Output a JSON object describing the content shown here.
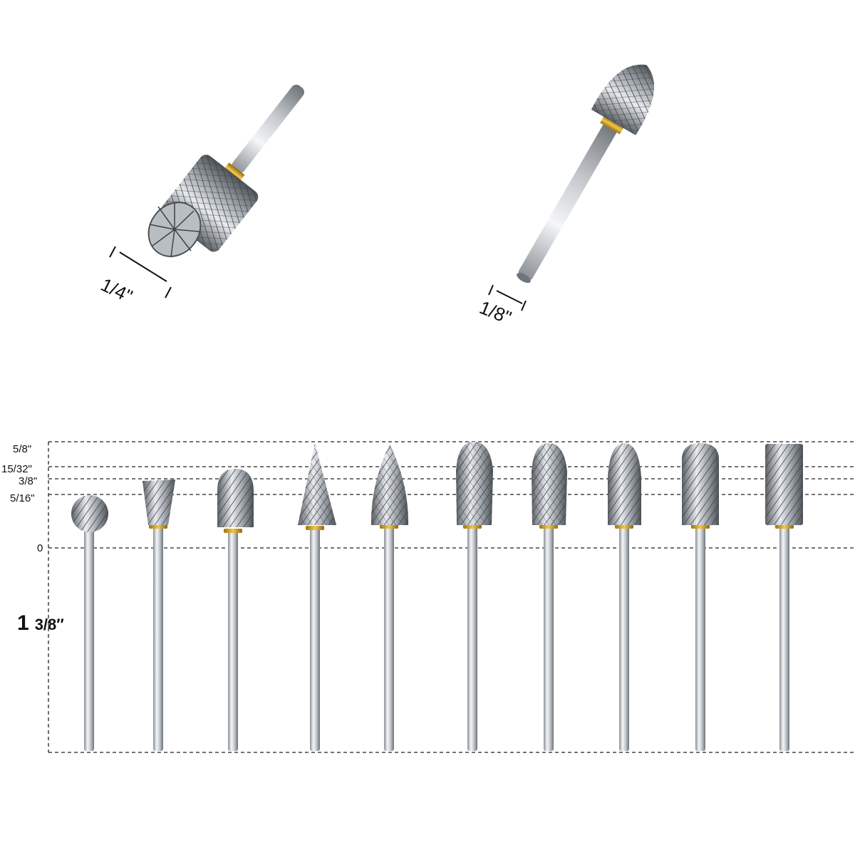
{
  "top_products": {
    "left": {
      "dimension_label": "1/4\"",
      "icon": "cylinder-burr-icon"
    },
    "right": {
      "dimension_label": "1/8\"",
      "icon": "tree-burr-icon"
    }
  },
  "scale": {
    "ticks": [
      "5/8\"",
      "15/32\"",
      "3/8\"",
      "5/16\"",
      "0"
    ],
    "length_whole": "1",
    "length_fraction": "3/8″"
  },
  "burr_bits": [
    "ball-burr-icon",
    "inverted-cone-burr-icon",
    "oval-burr-icon",
    "pointed-cone-burr-icon",
    "flame-burr-icon",
    "tree-burr-icon",
    "tree-burr-icon",
    "round-tree-burr-icon",
    "cylinder-round-burr-icon",
    "cylinder-burr-icon"
  ],
  "colors": {
    "steel": "#c9cdd2",
    "brass_ring": "#d4a017",
    "guide_line": "#222222"
  }
}
